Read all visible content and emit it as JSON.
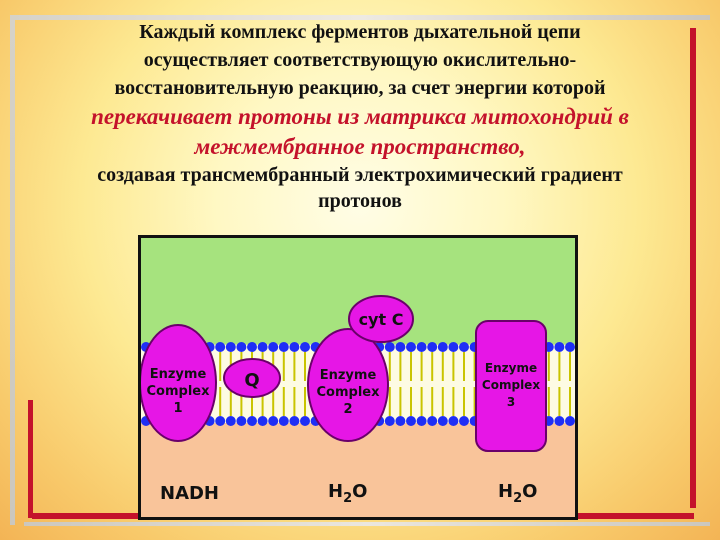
{
  "slide": {
    "text_line_1": "Каждый комплекс ферментов дыхательной цепи",
    "text_line_2": "осуществляет соответствующую окислительно-",
    "text_line_3": "восстановительную реакцию, за счет энергии которой",
    "highlight_line_1": "перекачивает протоны из матрикса митохондрий в",
    "highlight_line_2": "межмембранное пространство,",
    "text_line_4": "создавая трансмембранный электрохимический градиент",
    "text_line_5": "протонов"
  },
  "diagram": {
    "colors": {
      "intermembrane_space": "#a6e37e",
      "matrix": "#f9c49a",
      "membrane_heads": "#1f2ef5",
      "membrane_tails": "#c9c400",
      "enzyme_fill": "#e616e6",
      "enzyme_outline": "#6a006a"
    },
    "complex_1": {
      "line1": "Enzyme",
      "line2": "Complex",
      "line3": "1"
    },
    "complex_2": {
      "line1": "Enzyme",
      "line2": "Complex",
      "line3": "2"
    },
    "complex_3": {
      "line1": "Enzyme",
      "line2": "Complex",
      "line3": "3"
    },
    "q_label": "Q",
    "cytc_label": "cyt C",
    "nadh_label": "NADH",
    "h2o_1": {
      "main": "H",
      "sub": "2",
      "tail": "O"
    },
    "h2o_2": {
      "main": "H",
      "sub": "2",
      "tail": "O"
    }
  }
}
